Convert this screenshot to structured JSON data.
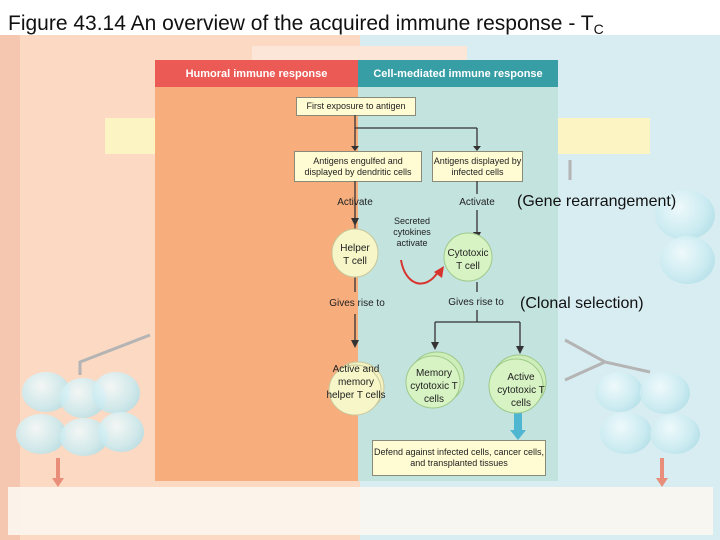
{
  "title": {
    "text": "Figure 43.14 An overview of the acquired immune response - T",
    "subscript": "C"
  },
  "diagram": {
    "humoral_header": "Humoral immune response",
    "cell_mediated_header": "Cell-mediated immune response",
    "first_exposure": "First exposure to antigen",
    "antigens_engulfed": "Antigens engulfed and displayed by dendritic cells",
    "antigens_displayed": "Antigens displayed by infected cells",
    "activate_left": "Activate",
    "activate_right": "Activate",
    "secreted_cytokines": "Secreted cytokines activate",
    "helper_t": "Helper T cell",
    "cytotoxic_t": "Cytotoxic T cell",
    "gives_rise_left": "Gives rise to",
    "gives_rise_right": "Gives rise to",
    "active_memory_helper": "Active and memory helper T cells",
    "memory_cytotoxic": "Memory cytotoxic T cells",
    "active_cytotoxic": "Active cytotoxic T cells",
    "defend": "Defend against infected cells, cancer cells, and transplanted tissues",
    "gene_rearrangement": "(Gene rearrangement)",
    "clonal_selection": "(Clonal selection)"
  },
  "colors": {
    "humoral_header": "#ec5a55",
    "cell_mediated_header": "#379ea6",
    "humoral_panel": "#f8ad7d",
    "cell_mediated_panel": "#c3e3df",
    "label_box": "#fffbd2",
    "cytotoxic_cell": "#d7f3c4",
    "helper_cell": "#f6f6c8"
  }
}
